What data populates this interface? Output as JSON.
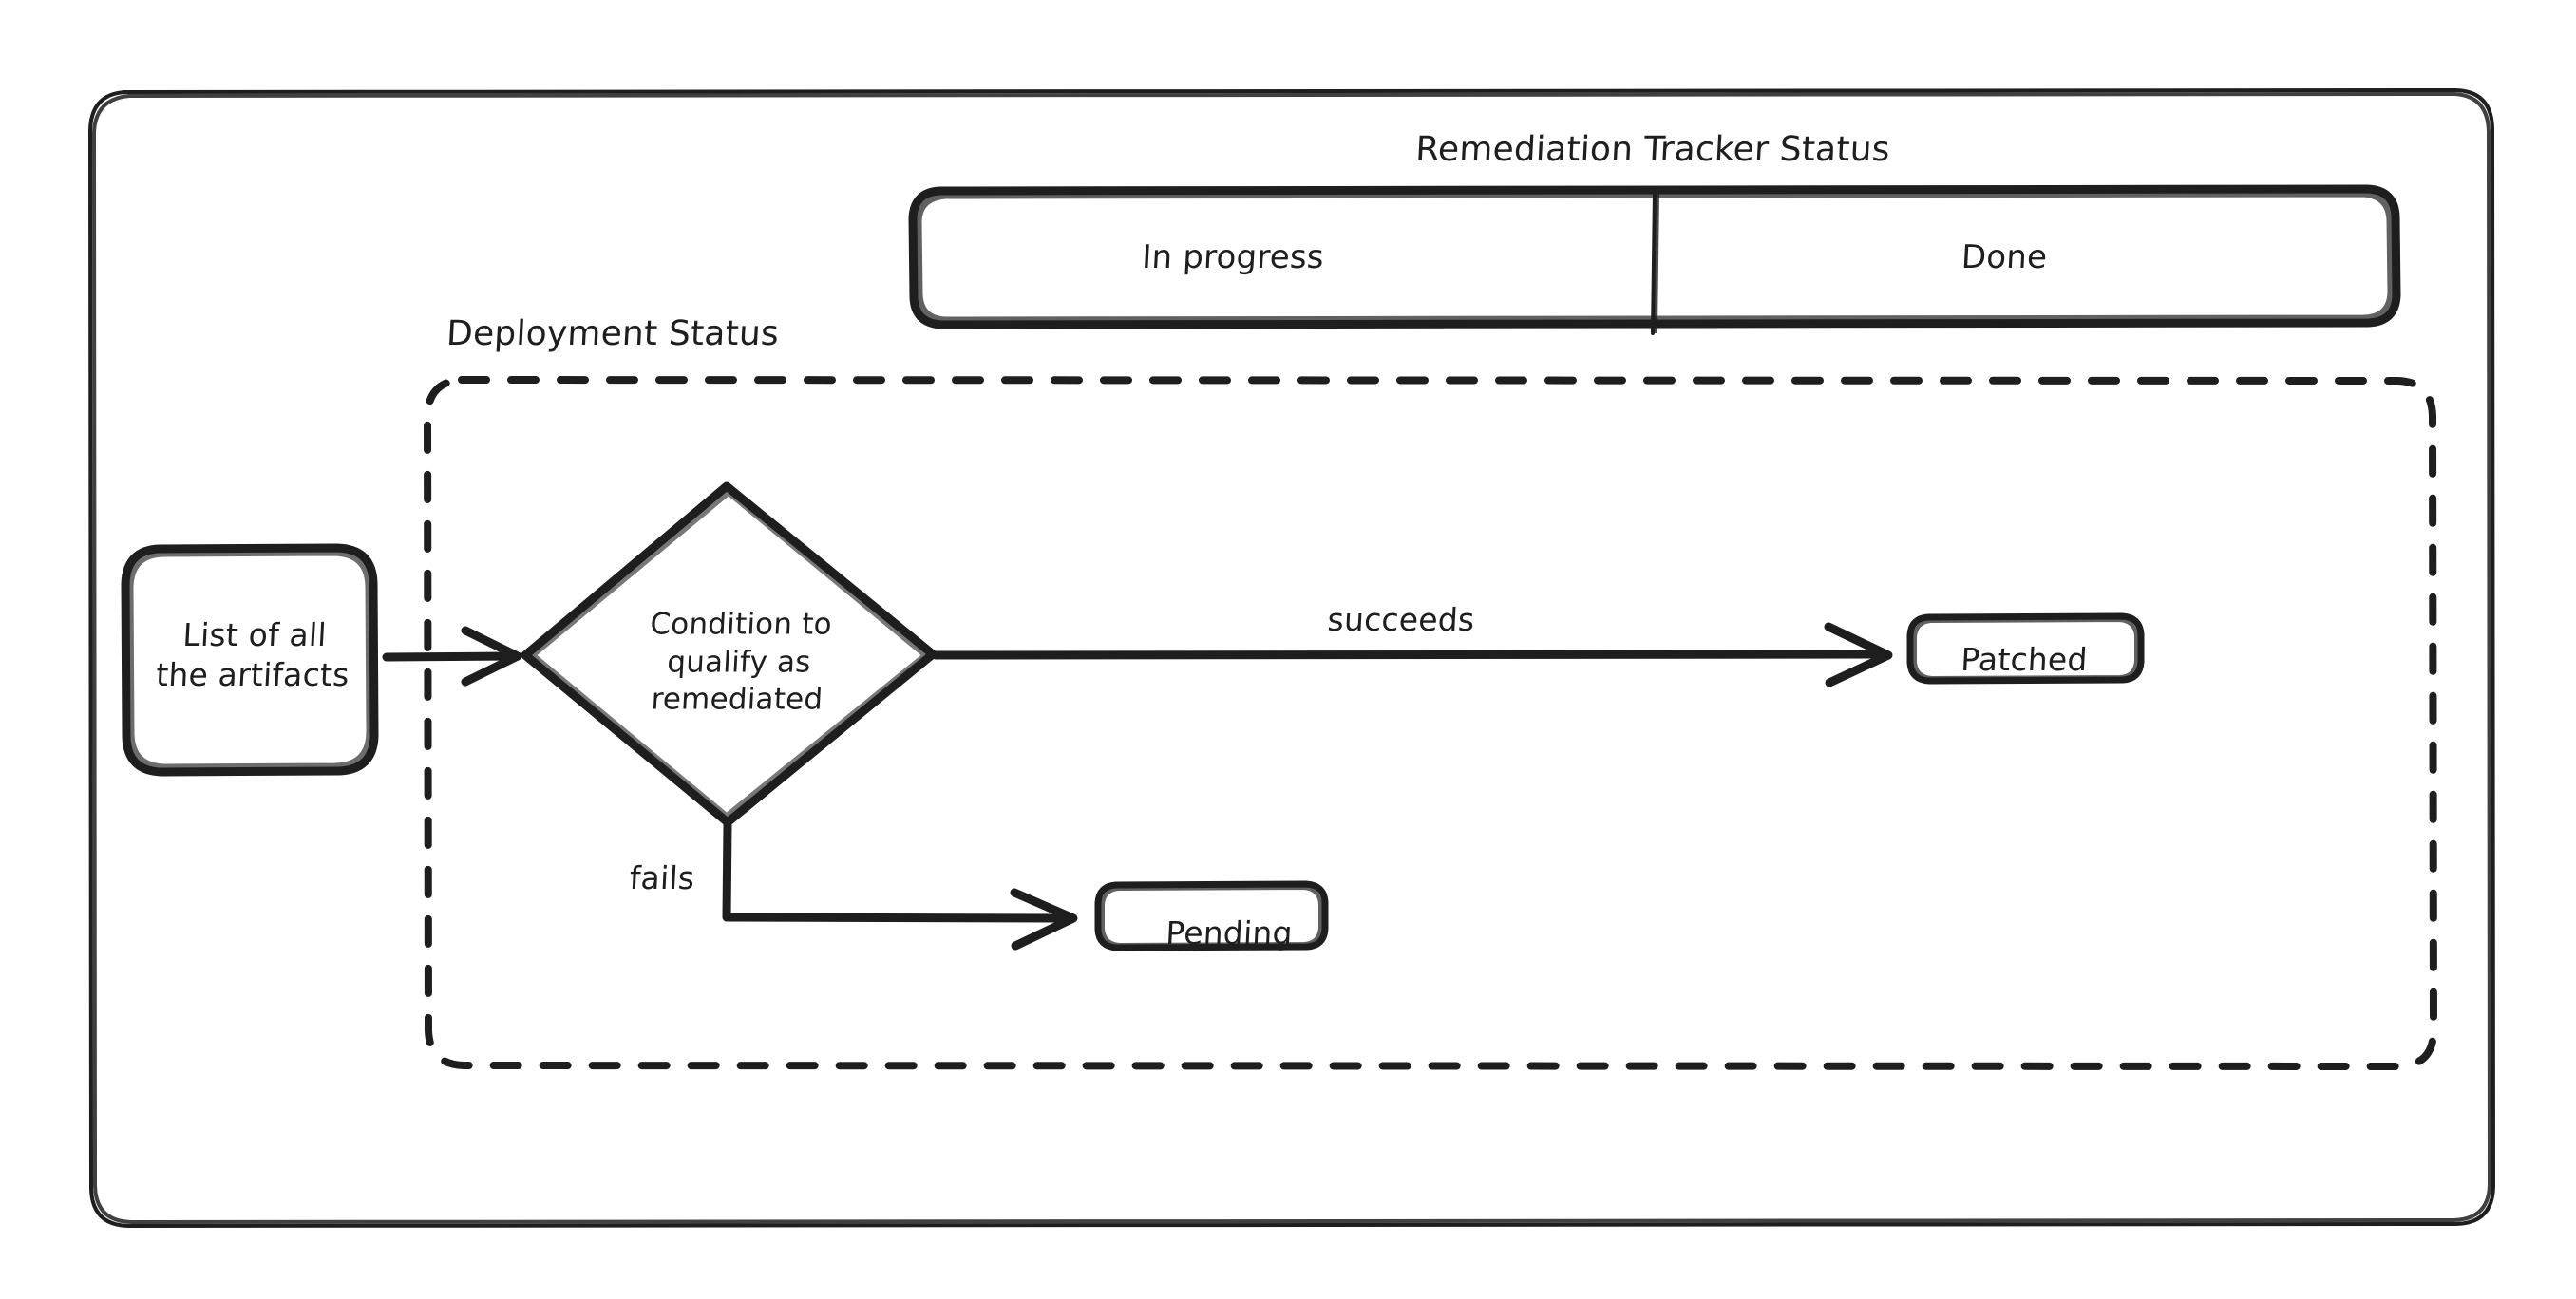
{
  "diagram": {
    "type": "flowchart",
    "style": "hand-drawn",
    "stroke_color": "#1e1e1e",
    "background_color": "#ffffff",
    "outer_frame": {
      "name": "diagram-frame"
    },
    "swimlane": {
      "title": "Remediation Tracker Status",
      "cells": [
        {
          "label": "In progress"
        },
        {
          "label": "Done"
        }
      ]
    },
    "group": {
      "title": "Deployment Status",
      "border": "dashed"
    },
    "nodes": [
      {
        "id": "artifacts",
        "label": "List of all\nthe artifacts",
        "shape": "rounded-rectangle"
      },
      {
        "id": "decision",
        "label": "Condition to\nqualify as\nremediated",
        "shape": "diamond"
      },
      {
        "id": "patched",
        "label": "Patched",
        "shape": "rounded-rectangle"
      },
      {
        "id": "pending",
        "label": "Pending",
        "shape": "rounded-rectangle"
      }
    ],
    "edges": [
      {
        "from": "artifacts",
        "to": "decision",
        "label": ""
      },
      {
        "from": "decision",
        "to": "patched",
        "label": "succeeds"
      },
      {
        "from": "decision",
        "to": "pending",
        "label": "fails"
      }
    ]
  }
}
